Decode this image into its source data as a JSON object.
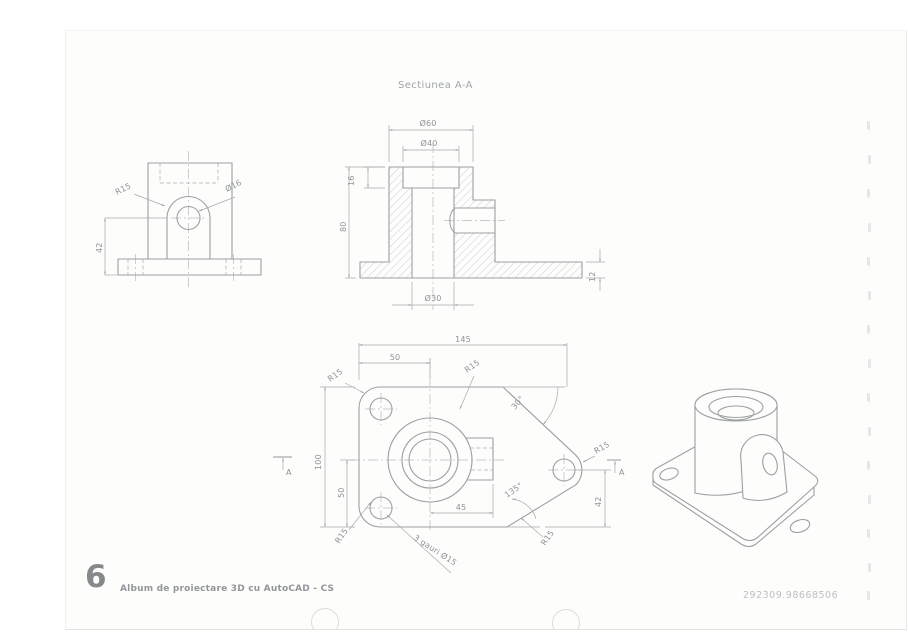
{
  "page": {
    "section_title": "Sectiunea A-A",
    "footer": {
      "page_number": "6",
      "book_title": "Album de proiectare 3D cu AutoCAD - CS"
    },
    "code": "292309.98668506"
  },
  "front_view": {
    "r15": "R15",
    "d16": "Ø16",
    "h42": "42"
  },
  "section_view": {
    "d60": "Ø60",
    "d40": "Ø40",
    "t16": "16",
    "h80": "80",
    "t12": "12",
    "d30": "Ø30"
  },
  "plan_view": {
    "len145": "145",
    "len50_top": "50",
    "r15": "R15",
    "ang30": "30°",
    "h100": "100",
    "h50": "50",
    "len45": "45",
    "ang135": "135°",
    "h42": "42",
    "holes_note": "3 gauri Ø15",
    "marker_a": "A"
  }
}
